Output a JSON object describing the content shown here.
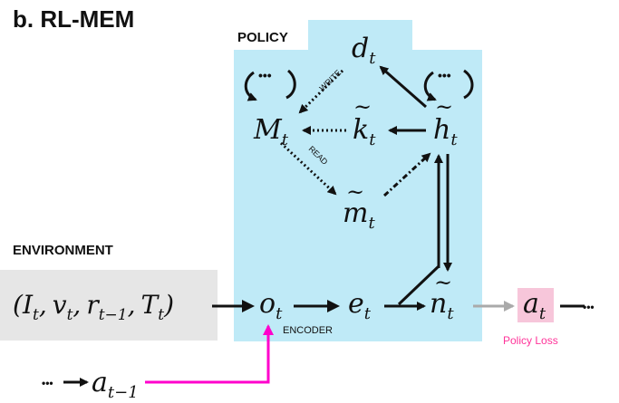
{
  "title": "b. RL-MEM",
  "policy_label": "POLICY",
  "environment_label": "ENVIRONMENT",
  "encoder_label": "ENCODER",
  "write_label": "WRITE",
  "read_label": "READ",
  "policy_loss_label": "Policy Loss",
  "nodes": {
    "d": {
      "base": "d",
      "sub": "t"
    },
    "M": {
      "base": "M",
      "sub": "t"
    },
    "k": {
      "base": "k",
      "sub": "t",
      "tilde": "~"
    },
    "h": {
      "base": "h",
      "sub": "t",
      "tilde": "~"
    },
    "m": {
      "base": "m",
      "sub": "t",
      "tilde": "~"
    },
    "o": {
      "base": "o",
      "sub": "t"
    },
    "e": {
      "base": "e",
      "sub": "t"
    },
    "n": {
      "base": "n",
      "sub": "t",
      "tilde": "~"
    },
    "a": {
      "base": "a",
      "sub": "t"
    },
    "a_prev": {
      "base": "a",
      "sub": "t−1"
    }
  },
  "environment_tuple": {
    "open": "(",
    "I": "I",
    "I_sub": "t",
    "v": "v",
    "v_sub": "t",
    "r": "r",
    "r_sub": "t−1",
    "T": "T",
    "T_sub": "t",
    "close": ")",
    "comma": ","
  },
  "loop_dots": "•••",
  "trail_dots": "•••",
  "colors": {
    "policy_bg": "#bfeaf7",
    "env_bg": "#e6e6e6",
    "action_bg": "#f7c6da",
    "magenta": "#ff00cc",
    "policy_loss": "#ff3399",
    "grey_arrow": "#aaaaaa"
  }
}
